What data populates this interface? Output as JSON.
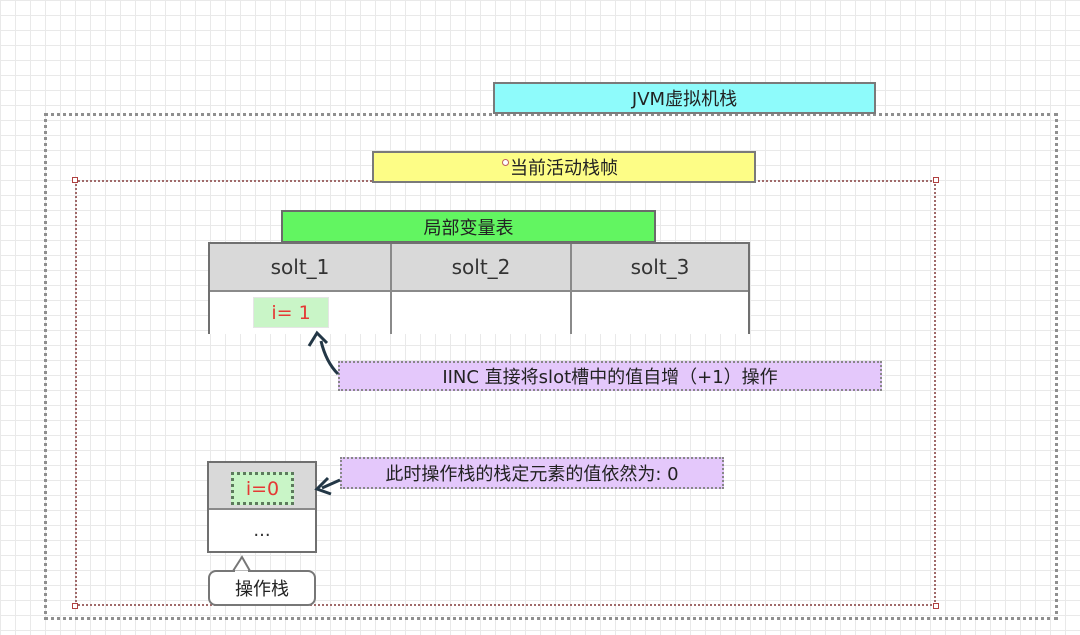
{
  "jvm_stack_title": "JVM虚拟机栈",
  "current_frame_title": "当前活动栈帧",
  "local_variable_table": {
    "title": "局部变量表",
    "slots": [
      "solt_1",
      "solt_2",
      "solt_3"
    ],
    "slot1_value": "i= 1"
  },
  "iinc_note": "IINC 直接将slot槽中的值自增（+1）操作",
  "operand_stack": {
    "top_value": "i=0",
    "rest": "...",
    "label": "操作栈",
    "note": "此时操作栈的栈定元素的值依然为: 0"
  },
  "colors": {
    "jvm_title_bg": "#8efbfb",
    "frame_title_bg": "#fdfd86",
    "lvt_title_bg": "#62f561",
    "note_bg": "#e4c8fb",
    "value_bg": "#c9f5c7",
    "value_text": "#e53935",
    "arrow": "#233746"
  }
}
